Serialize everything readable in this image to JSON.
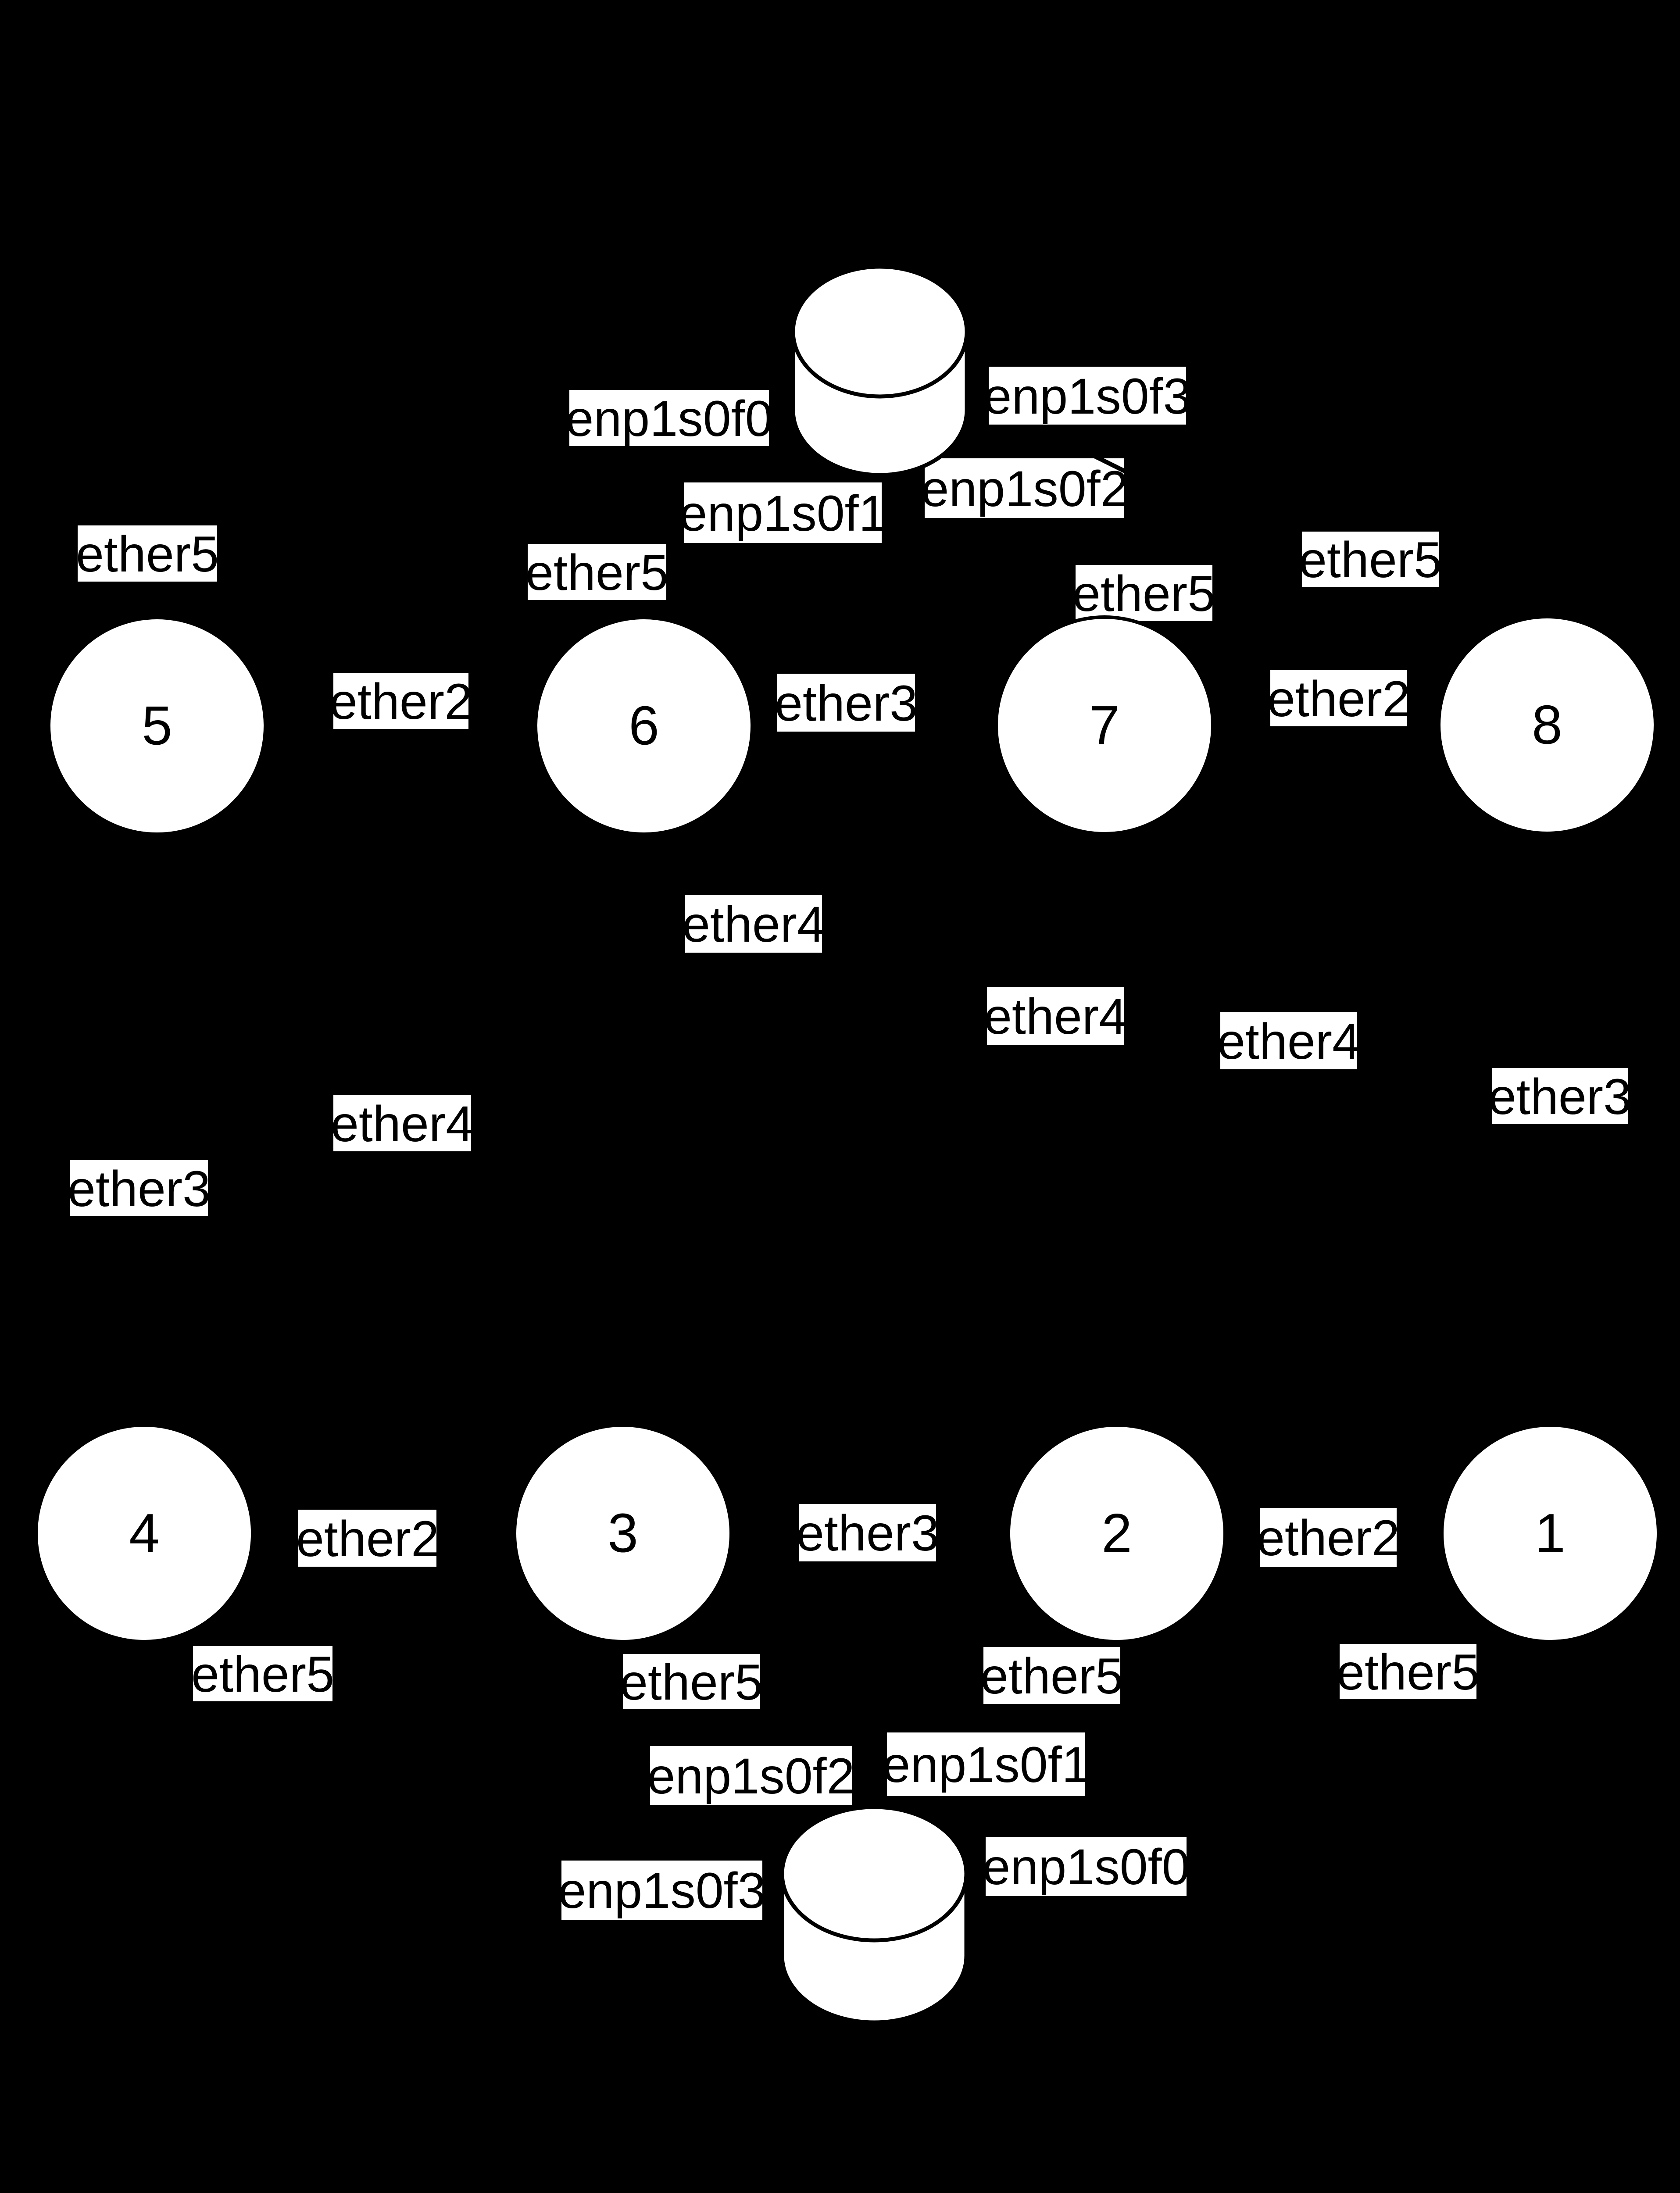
{
  "diagram": {
    "type": "network-topology-graph",
    "colors": {
      "background": "#000000",
      "shape_fill": "#ffffff",
      "shape_stroke": "#000000",
      "label_bg": "#ffffff",
      "label_text": "#000000"
    },
    "cylinders": [
      {
        "id": "cylinder-top"
      },
      {
        "id": "cylinder-bottom"
      }
    ],
    "nodes": [
      {
        "number": "5"
      },
      {
        "number": "6"
      },
      {
        "number": "7"
      },
      {
        "number": "8"
      },
      {
        "number": "4"
      },
      {
        "number": "3"
      },
      {
        "number": "2"
      },
      {
        "number": "1"
      }
    ],
    "edge_labels": [
      {
        "text": "enp1s0f0"
      },
      {
        "text": "enp1s0f3"
      },
      {
        "text": "enp1s0f1"
      },
      {
        "text": "enp1s0f2"
      },
      {
        "text": "ether5"
      },
      {
        "text": "ether2"
      },
      {
        "text": "ether5"
      },
      {
        "text": "ether3"
      },
      {
        "text": "ether5"
      },
      {
        "text": "ether5"
      },
      {
        "text": "ether2"
      },
      {
        "text": "ether4"
      },
      {
        "text": "ether4"
      },
      {
        "text": "ether4"
      },
      {
        "text": "ether3"
      },
      {
        "text": "ether4"
      },
      {
        "text": "ether3"
      },
      {
        "text": "ether2"
      },
      {
        "text": "ether3"
      },
      {
        "text": "ether2"
      },
      {
        "text": "ether5"
      },
      {
        "text": "ether5"
      },
      {
        "text": "ether5"
      },
      {
        "text": "ether5"
      },
      {
        "text": "enp1s0f2"
      },
      {
        "text": "enp1s0f1"
      },
      {
        "text": "enp1s0f3"
      },
      {
        "text": "enp1s0f0"
      }
    ]
  }
}
